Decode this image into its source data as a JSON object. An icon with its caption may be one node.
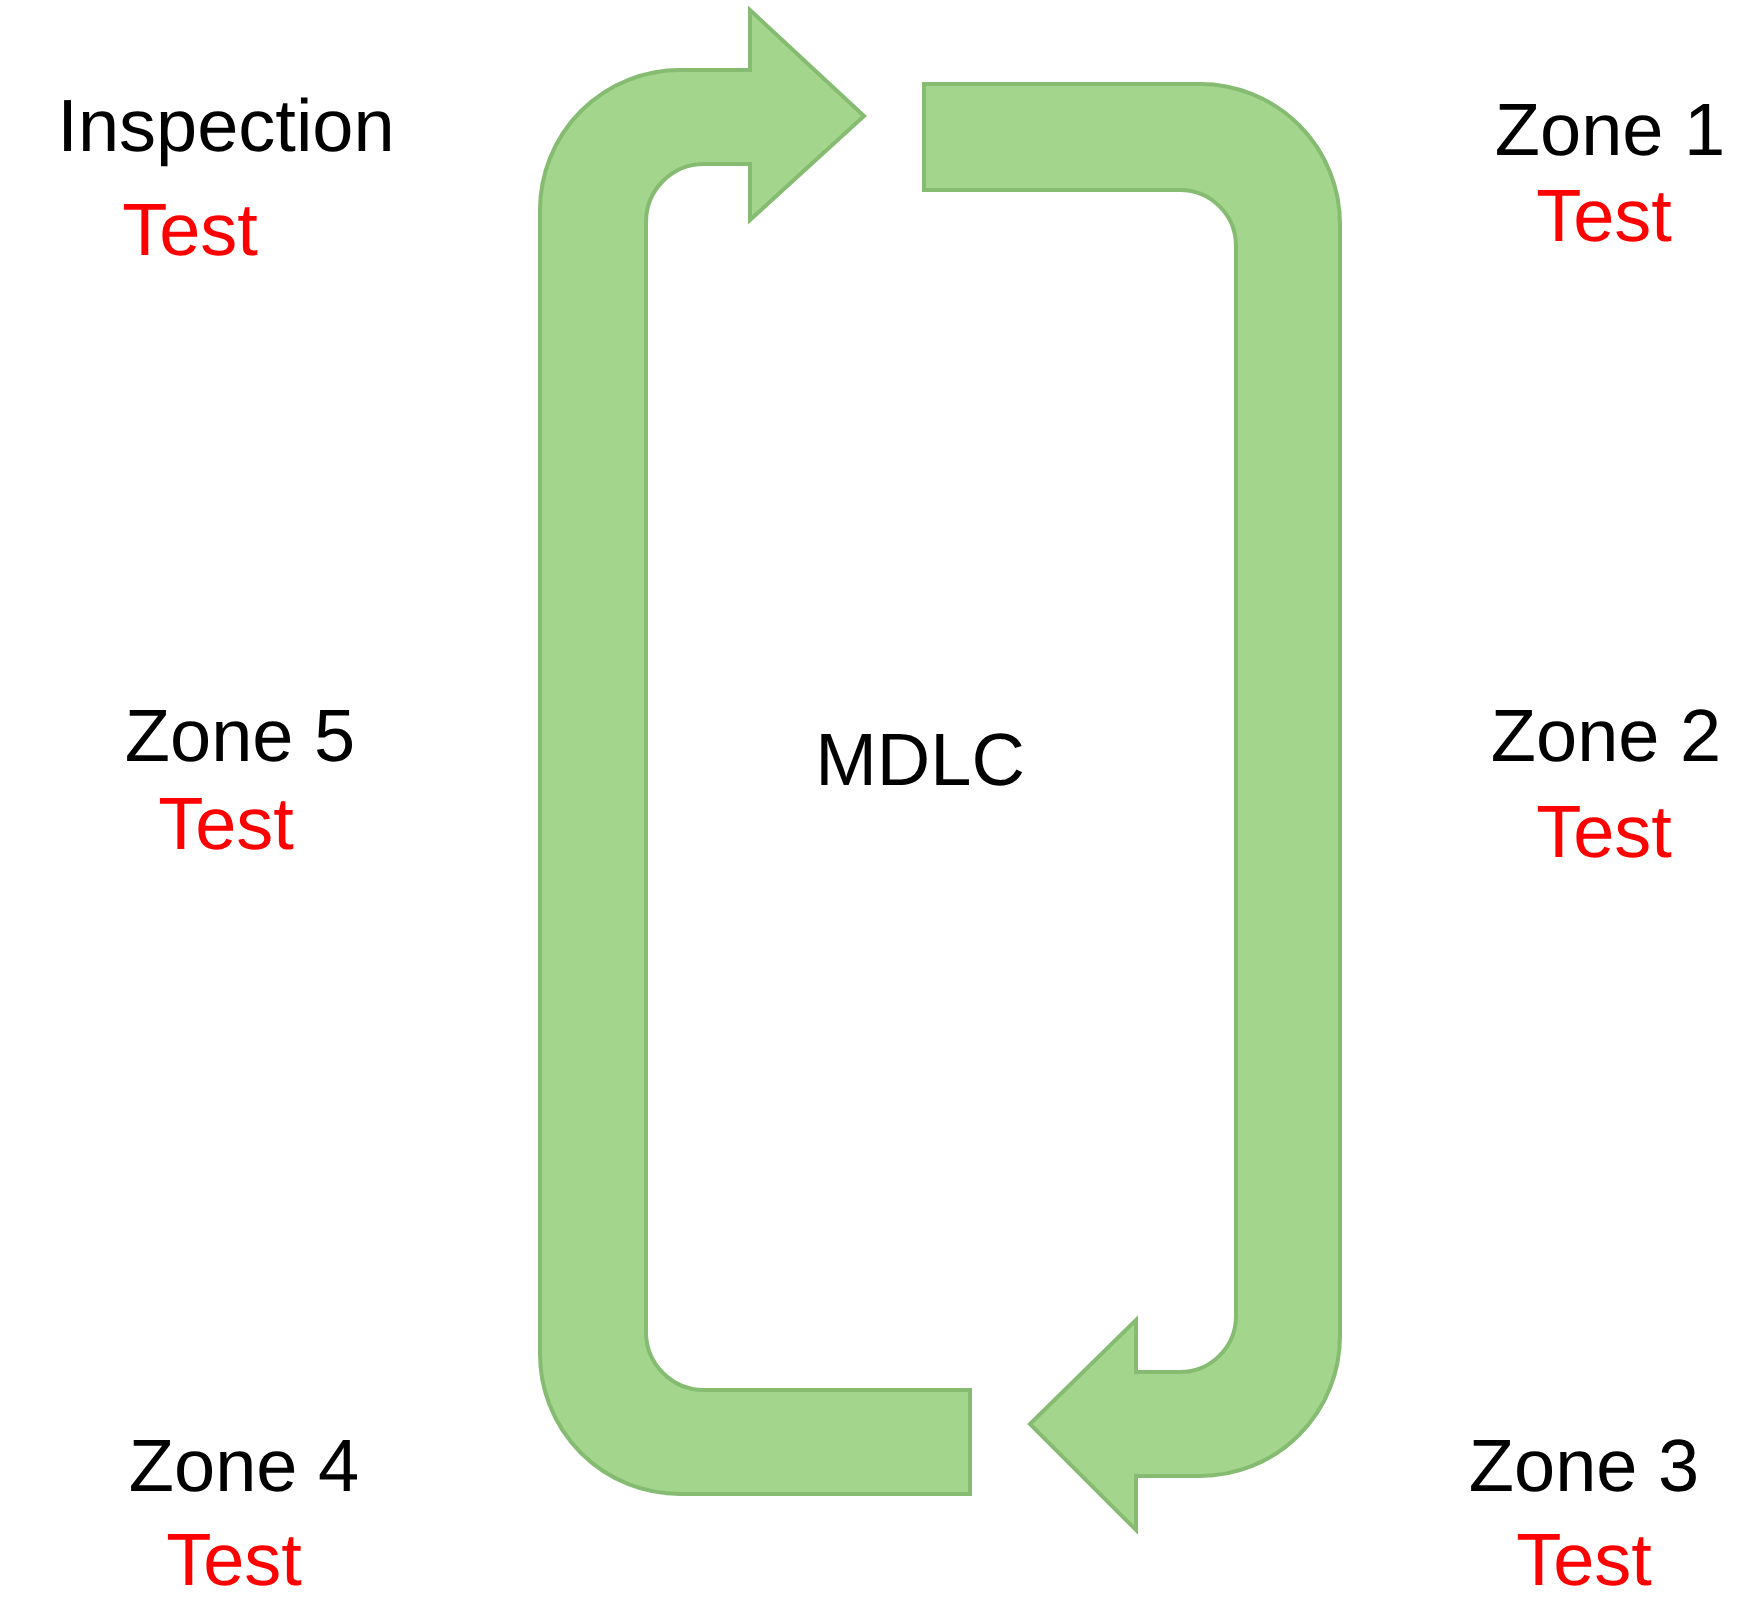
{
  "diagram": {
    "labels": [
      "Inspection",
      "Test",
      "Zone 1",
      "Test",
      "Zone 5",
      "Test",
      "MDLC",
      "Zone 2",
      "Test",
      "Zone 4",
      "Test",
      "Zone 3",
      "Test"
    ]
  }
}
